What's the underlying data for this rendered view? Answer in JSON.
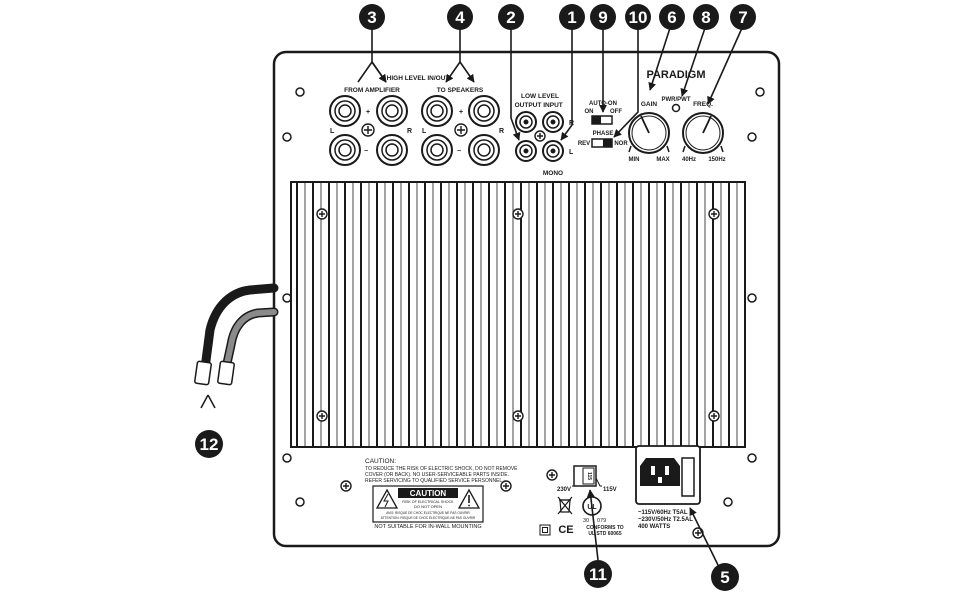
{
  "callouts": {
    "c1": "1",
    "c2": "2",
    "c3": "3",
    "c4": "4",
    "c5": "5",
    "c6": "6",
    "c7": "7",
    "c8": "8",
    "c9": "9",
    "c10": "10",
    "c11": "11",
    "c12": "12"
  },
  "panel": {
    "brand": "PARADIGM",
    "high_level_title": "HIGH LEVEL IN/OUT",
    "from_amplifier": "FROM AMPLIFIER",
    "to_speakers": "TO SPEAKERS",
    "low_level_title": "LOW LEVEL",
    "output": "OUTPUT",
    "input": "INPUT",
    "mono": "MONO",
    "auto_on": "AUTO-ON",
    "on": "ON",
    "off": "OFF",
    "phase": "PHASE",
    "rev": "REV",
    "nor": "NOR",
    "gain": "GAIN",
    "min": "MIN",
    "max": "MAX",
    "pwr_pwt": "PWR/PWT",
    "freq": "FREQ.",
    "freq_min": "40Hz",
    "freq_max": "150Hz",
    "L": "L",
    "R": "R",
    "plus": "+",
    "minus": "−"
  },
  "caution": {
    "title": "CAUTION:",
    "line1": "TO REDUCE THE RISK OF ELECTRIC SHOCK, DO NOT REMOVE",
    "line2": "COVER (OR BACK). NO USER-SERVICEABLE PARTS INSIDE.",
    "line3": "REFER SERVICING TO QUALIFIED SERVICE PERSONNEL.",
    "box_title": "CAUTION",
    "box_sub1": "RISK OF ELECTRICAL SHOCK",
    "box_sub2": "DO NOT OPEN",
    "box_fr1": "AVIS: RISQUE DE CHOC ELECTRIQUE NE PAS OUVRIR",
    "box_fr2": "ATTENTION: RISQUE DE CHOC ÉLECTRIQUE-NE PAS OUVRIR",
    "not_suitable": "NOT SUITABLE FOR IN-WALL MOUNTING"
  },
  "voltage": {
    "v230": "230V",
    "v115": "115V",
    "switch": "115",
    "cert1": "30",
    "cert2": "079",
    "conforms1": "CONFORMS TO",
    "conforms2": "UL STD 60065",
    "ce": "CE"
  },
  "power": {
    "line1": "~115V/60Hz T5AL",
    "line2": "~230V/50Hz T2.5AL",
    "line3": "400 WATTS"
  }
}
